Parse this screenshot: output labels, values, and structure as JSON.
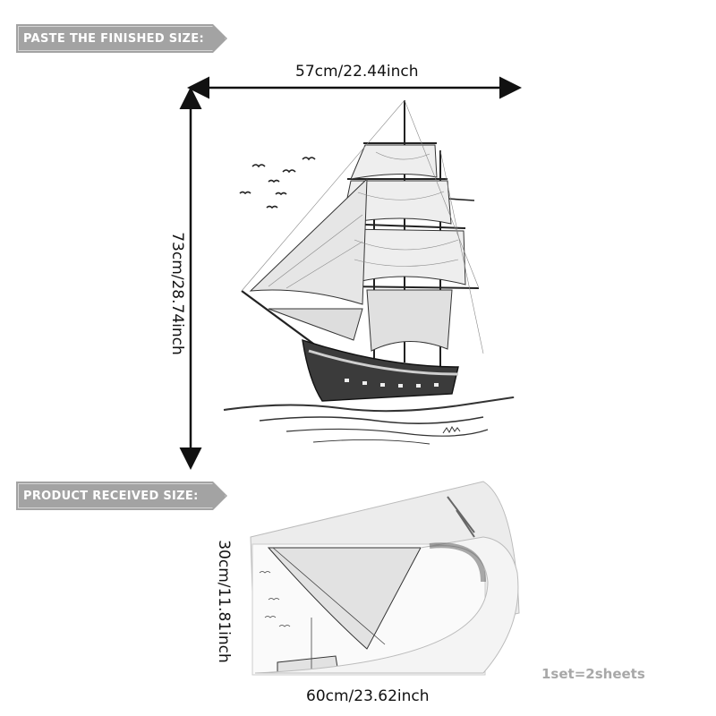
{
  "labels": {
    "finished_size": "PASTE THE FINISHED SIZE:",
    "received_size": "PRODUCT RECEIVED SIZE:"
  },
  "finished_dimensions": {
    "width": "57cm/22.44inch",
    "height": "73cm/28.74inch"
  },
  "received_dimensions": {
    "width": "60cm/23.62inch",
    "height": "30cm/11.81inch"
  },
  "set_info": "1set=2sheets",
  "colors": {
    "tag_background": "#a3a3a3",
    "tag_text": "#ffffff",
    "ink": "#111111",
    "set_text": "#a8a8a8"
  },
  "icons": [
    "ship-sketch-illustration",
    "seagull-icon",
    "sheet-curl"
  ]
}
